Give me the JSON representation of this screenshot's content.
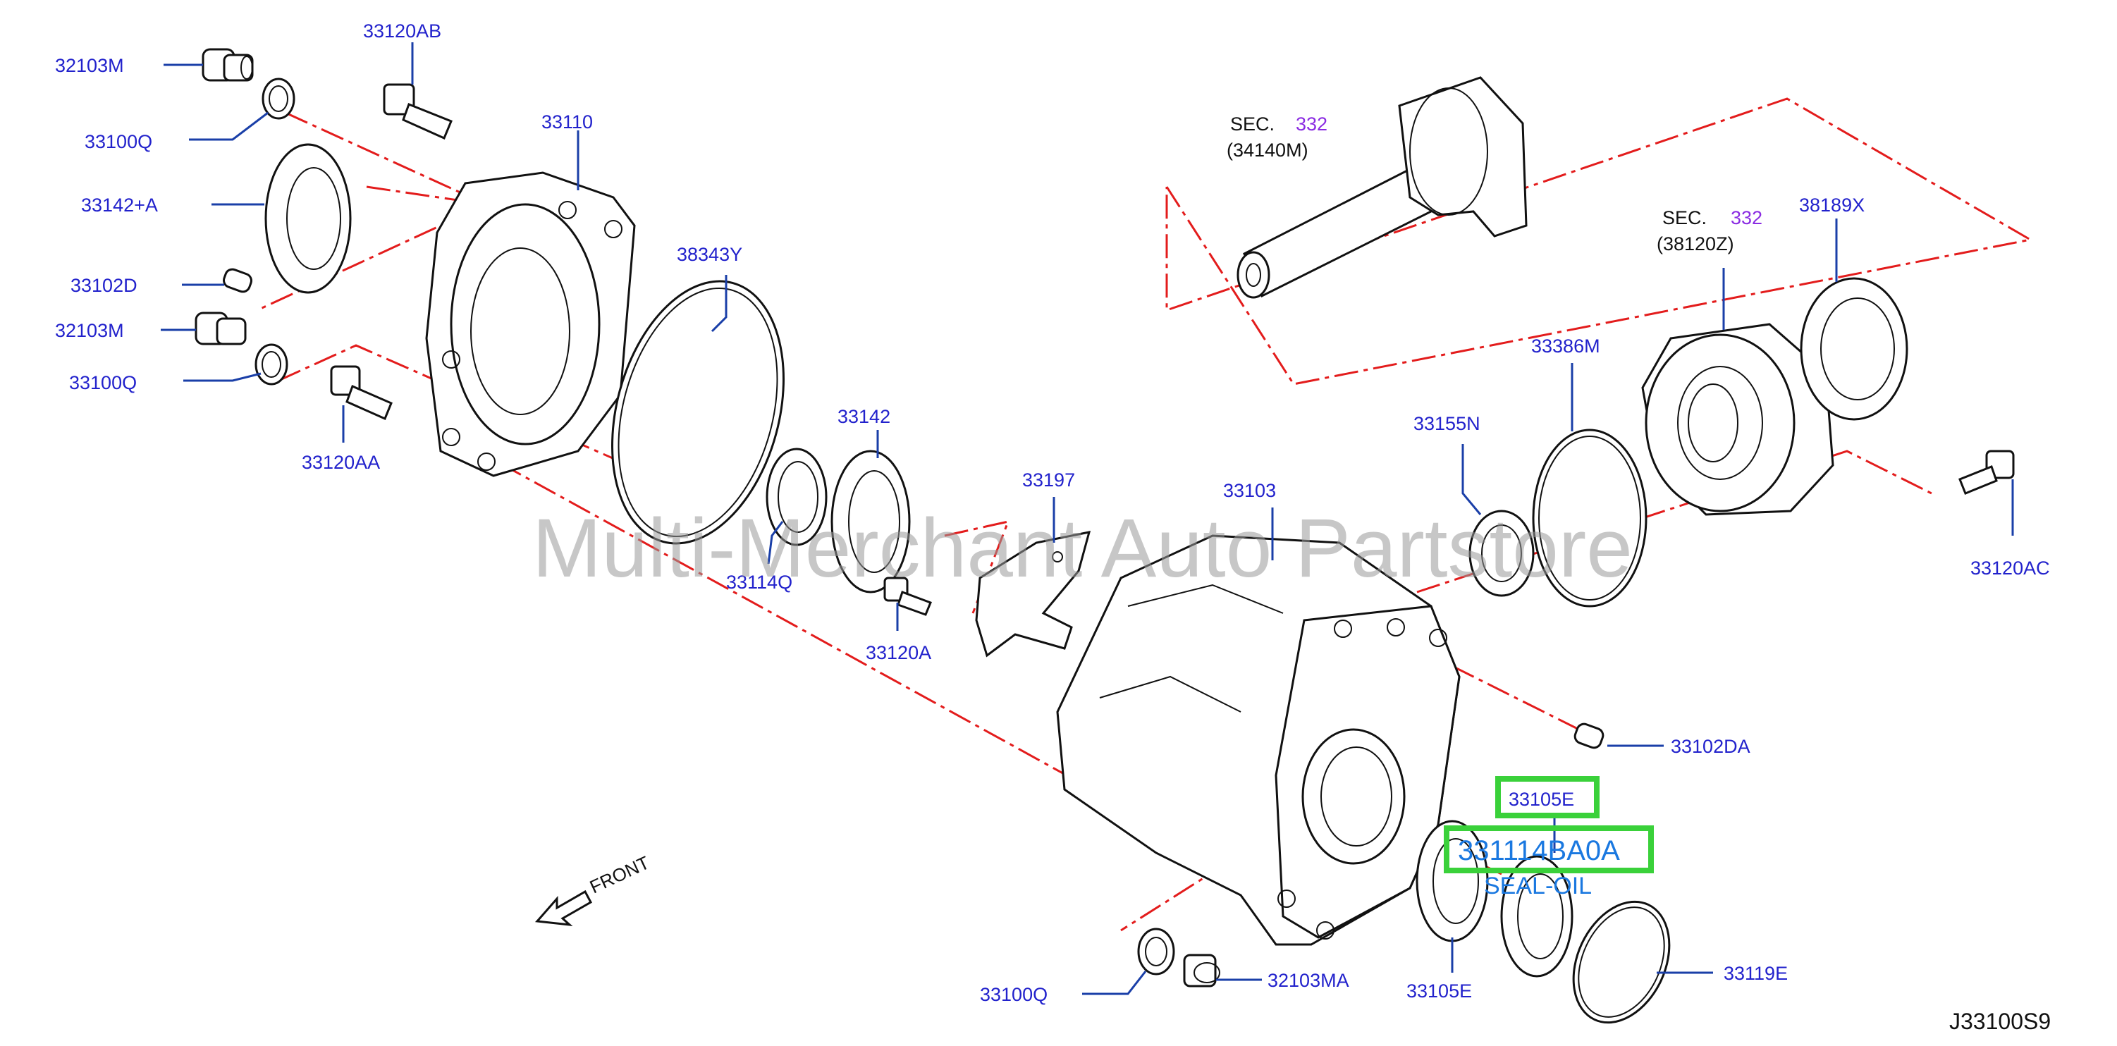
{
  "diagram": {
    "watermark": "Multi-Merchant Auto Partstore",
    "reference_code": "J33100S9",
    "front_label": "FRONT",
    "highlight": {
      "part_ref": "33105E",
      "part_number": "331114BA0A",
      "description": "SEAL-OIL"
    },
    "section_refs": [
      {
        "sec": "SEC.",
        "num": "332",
        "part": "(34140M)"
      },
      {
        "sec": "SEC.",
        "num": "332",
        "part": "(38120Z)"
      }
    ],
    "labels": {
      "p32103m_a": "32103M",
      "p33100q_a": "33100Q",
      "p33142a": "33142+A",
      "p33102d": "33102D",
      "p32103m_b": "32103M",
      "p33100q_b": "33100Q",
      "p33120ab": "33120AB",
      "p33110": "33110",
      "p38343y": "38343Y",
      "p33120aa": "33120AA",
      "p33142": "33142",
      "p33114q": "33114Q",
      "p33120a": "33120A",
      "p33197": "33197",
      "p33103": "33103",
      "p33155n": "33155N",
      "p33386m": "33386M",
      "p38189x": "38189X",
      "p33120ac": "33120AC",
      "p33102da": "33102DA",
      "p33105e_b": "33105E",
      "p33119e": "33119E",
      "p33100q_c": "33100Q",
      "p32103ma": "32103MA"
    }
  }
}
